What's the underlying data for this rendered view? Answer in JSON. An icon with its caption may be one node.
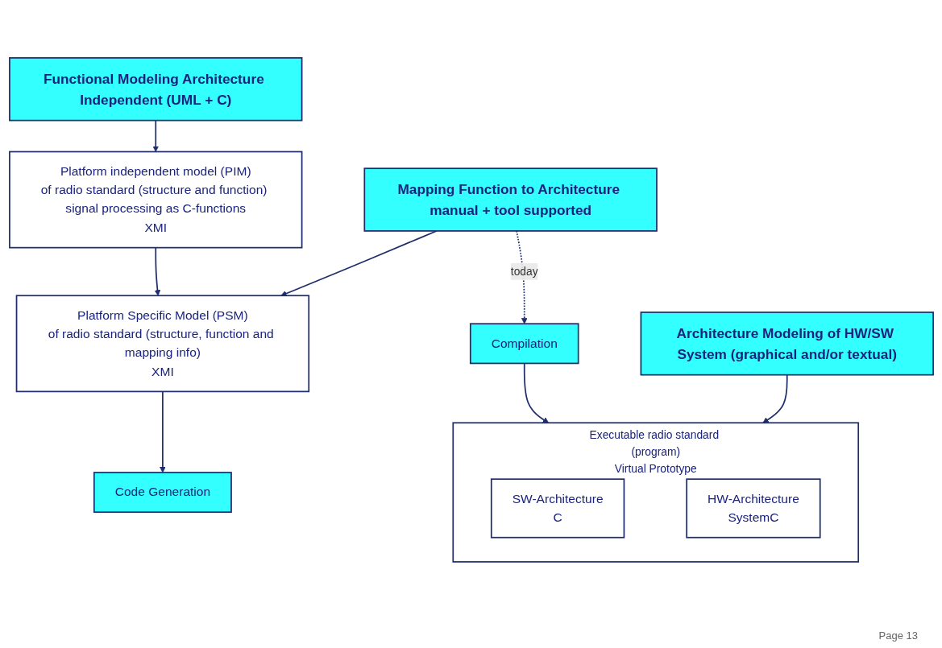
{
  "diagram": {
    "nodes": [
      {
        "text": [
          "Functional Modeling Architecture Independent (UML + C)"
        ]
      },
      {
        "text": [
          "Platform independent model (PIM)",
          "of radio standard (structure and function) signal processing as C-functions",
          "XMI"
        ]
      },
      {
        "text": [
          "Mapping Function to Architecture manual + tool supported"
        ]
      },
      {
        "text": [
          "Platform Specific Model (PSM)",
          "of radio standard (structure, function and mapping info)",
          "XMI"
        ]
      },
      {
        "text": [
          "Code Generation"
        ]
      },
      {
        "text": [
          "Compilation"
        ]
      },
      {
        "text": [
          "Executable radio standard (program)",
          "Virtual Prototype"
        ]
      },
      {
        "text": [
          "SW-Architecture",
          "C"
        ],
        "in": 6
      },
      {
        "text": [
          "HW-Architecture",
          "SystemC"
        ],
        "in": 6
      },
      {
        "text": [
          "Architecture Modeling of HW/SW System (graphical and/or textual)"
        ]
      }
    ],
    "edges": [
      {
        "from": 0,
        "to": 1,
        "arrow": "to"
      },
      {
        "from": 1,
        "to": 3,
        "arrow": "to"
      },
      {
        "from": 2,
        "to": 3,
        "arrow": "to"
      },
      {
        "from": 3,
        "to": 4,
        "arrow": "to"
      },
      {
        "from": 2,
        "to": 5,
        "arrow": "to",
        "style": "dashed",
        "label": "today"
      },
      {
        "from": 5,
        "to": 6,
        "arrow": "to"
      },
      {
        "from": 9,
        "to": 6,
        "arrow": "to"
      }
    ],
    "labels": [
      "Page 13"
    ]
  }
}
